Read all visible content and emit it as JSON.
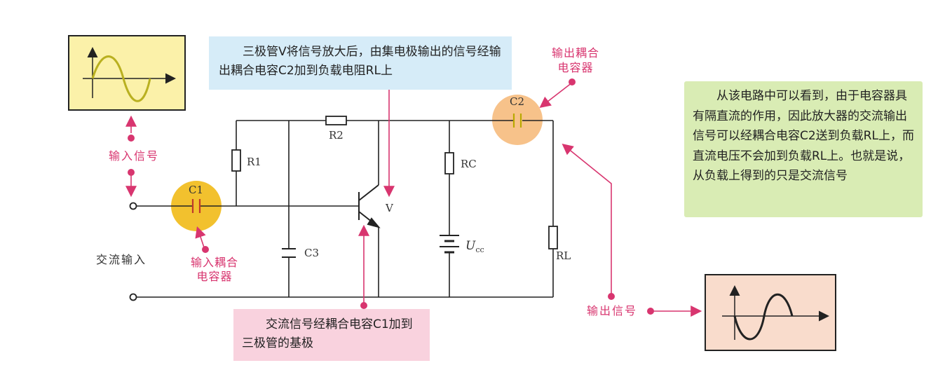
{
  "callouts": {
    "transistor_amplify": "三极管V将信号放大后，由集电极输出的信号经输出耦合电容C2加到负载电阻RL上",
    "input_coupling": "交流信号经耦合电容C1加到三极管的基极",
    "summary": "从该电路中可以看到，由于电容器具有隔直流的作用，因此放大器的交流输出信号可以经耦合电容C2送到负载RL上，而直流电压不会加到负载RL上。也就是说，从负载上得到的只是交流信号"
  },
  "labels": {
    "input_signal": "输入信号",
    "input_cap_line1": "输入耦合",
    "input_cap_line2": "电容器",
    "output_cap_line1": "输出耦合",
    "output_cap_line2": "电容器",
    "output_signal": "输出信号",
    "ac_input": "交流输入"
  },
  "components": {
    "c1": "C1",
    "c2": "C2",
    "c3": "C3",
    "r1": "R1",
    "r2": "R2",
    "rc": "RC",
    "rl": "RL",
    "v": "V",
    "ucc_main": "U",
    "ucc_sub": "cc"
  },
  "colors": {
    "callout_blue": "#d6ecf8",
    "callout_pink": "#f9d2de",
    "note_green": "#d9ecb4",
    "accent_pink": "#d8356f",
    "c1_highlight": "#f2c12e",
    "c2_highlight": "#f7c28a",
    "scope_input_bg": "#fbf1a9",
    "scope_output_bg": "#f9dccc"
  }
}
